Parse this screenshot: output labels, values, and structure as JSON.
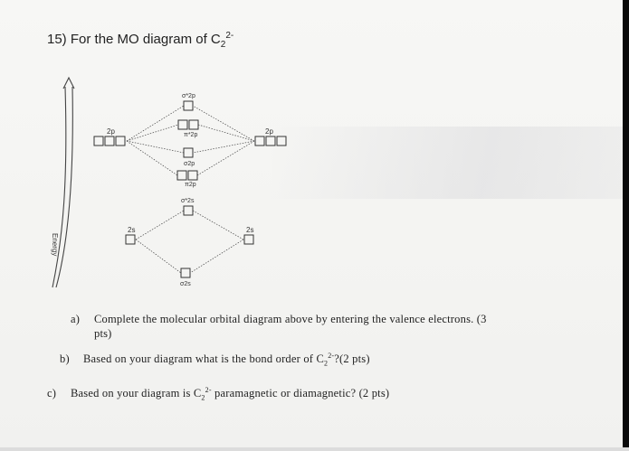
{
  "question": {
    "number": "15)",
    "text": "For the MO diagram of C",
    "subscript": "2",
    "superscript": "2-"
  },
  "diagram": {
    "energy_label": "Energy",
    "labels": {
      "left_2p": "2p",
      "right_2p": "2p",
      "left_2s": "2s",
      "right_2s": "2s",
      "sigma_star_2p": "σ*2p",
      "pi_star_2p": "π*2p",
      "sigma_2p": "σ2p",
      "pi_2p": "π2p",
      "sigma_star_2s": "σ*2s",
      "sigma_2s": "σ2s"
    }
  },
  "parts": {
    "a": {
      "marker": "a)",
      "line1": "Complete the molecular orbital diagram above by entering the valence electrons. (3",
      "line2": "pts)"
    },
    "b": {
      "marker": "b)",
      "text_before": "Based on your diagram what is the bond order of C",
      "sub": "2",
      "sup": "2-",
      "text_after": "?(2 pts)"
    },
    "c": {
      "marker": "c)",
      "text_before": "Based on your diagram is C",
      "sub": "2",
      "sup": "2-",
      "text_after": " paramagnetic or diamagnetic? (2 pts)"
    }
  }
}
